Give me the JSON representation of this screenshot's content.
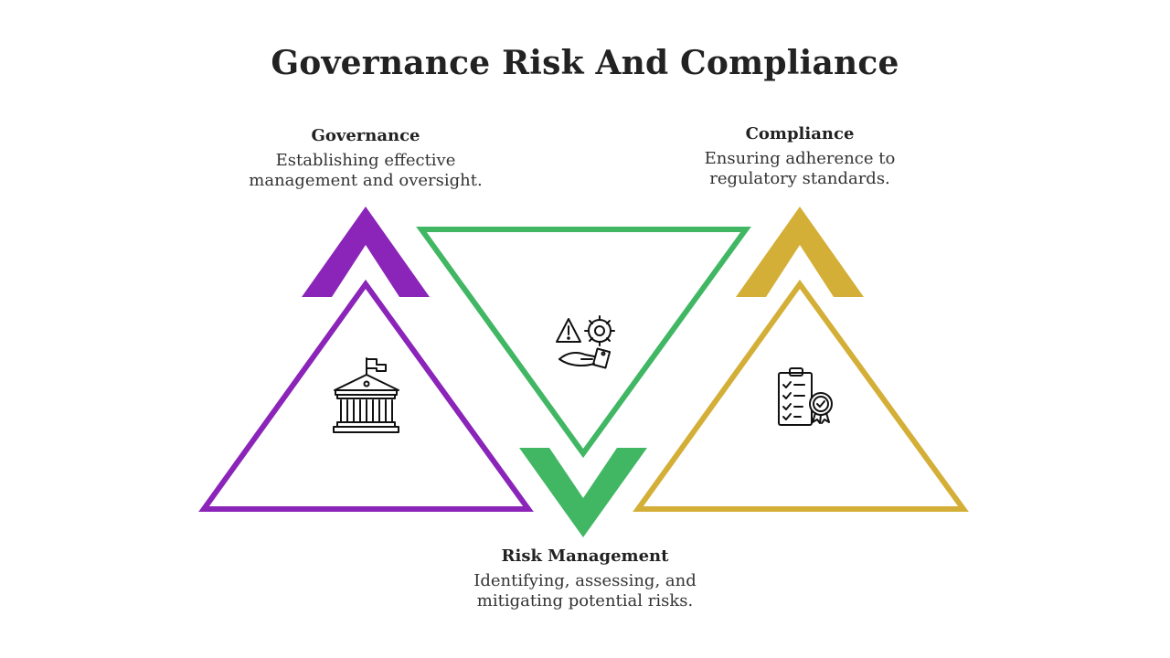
{
  "title": "Governance Risk And Compliance",
  "pillars": [
    {
      "key": "governance",
      "heading": "Governance",
      "description": "Establishing effective management and oversight.",
      "color": "#8B24B8",
      "icon": "government-building-icon"
    },
    {
      "key": "risk",
      "heading": "Risk Management",
      "description": "Identifying, assessing, and mitigating potential risks.",
      "color": "#41B764",
      "icon": "risk-warning-gear-hand-icon"
    },
    {
      "key": "compliance",
      "heading": "Compliance",
      "description": "Ensuring adherence to regulatory standards.",
      "color": "#D4AF37",
      "icon": "compliance-checklist-badge-icon"
    }
  ]
}
